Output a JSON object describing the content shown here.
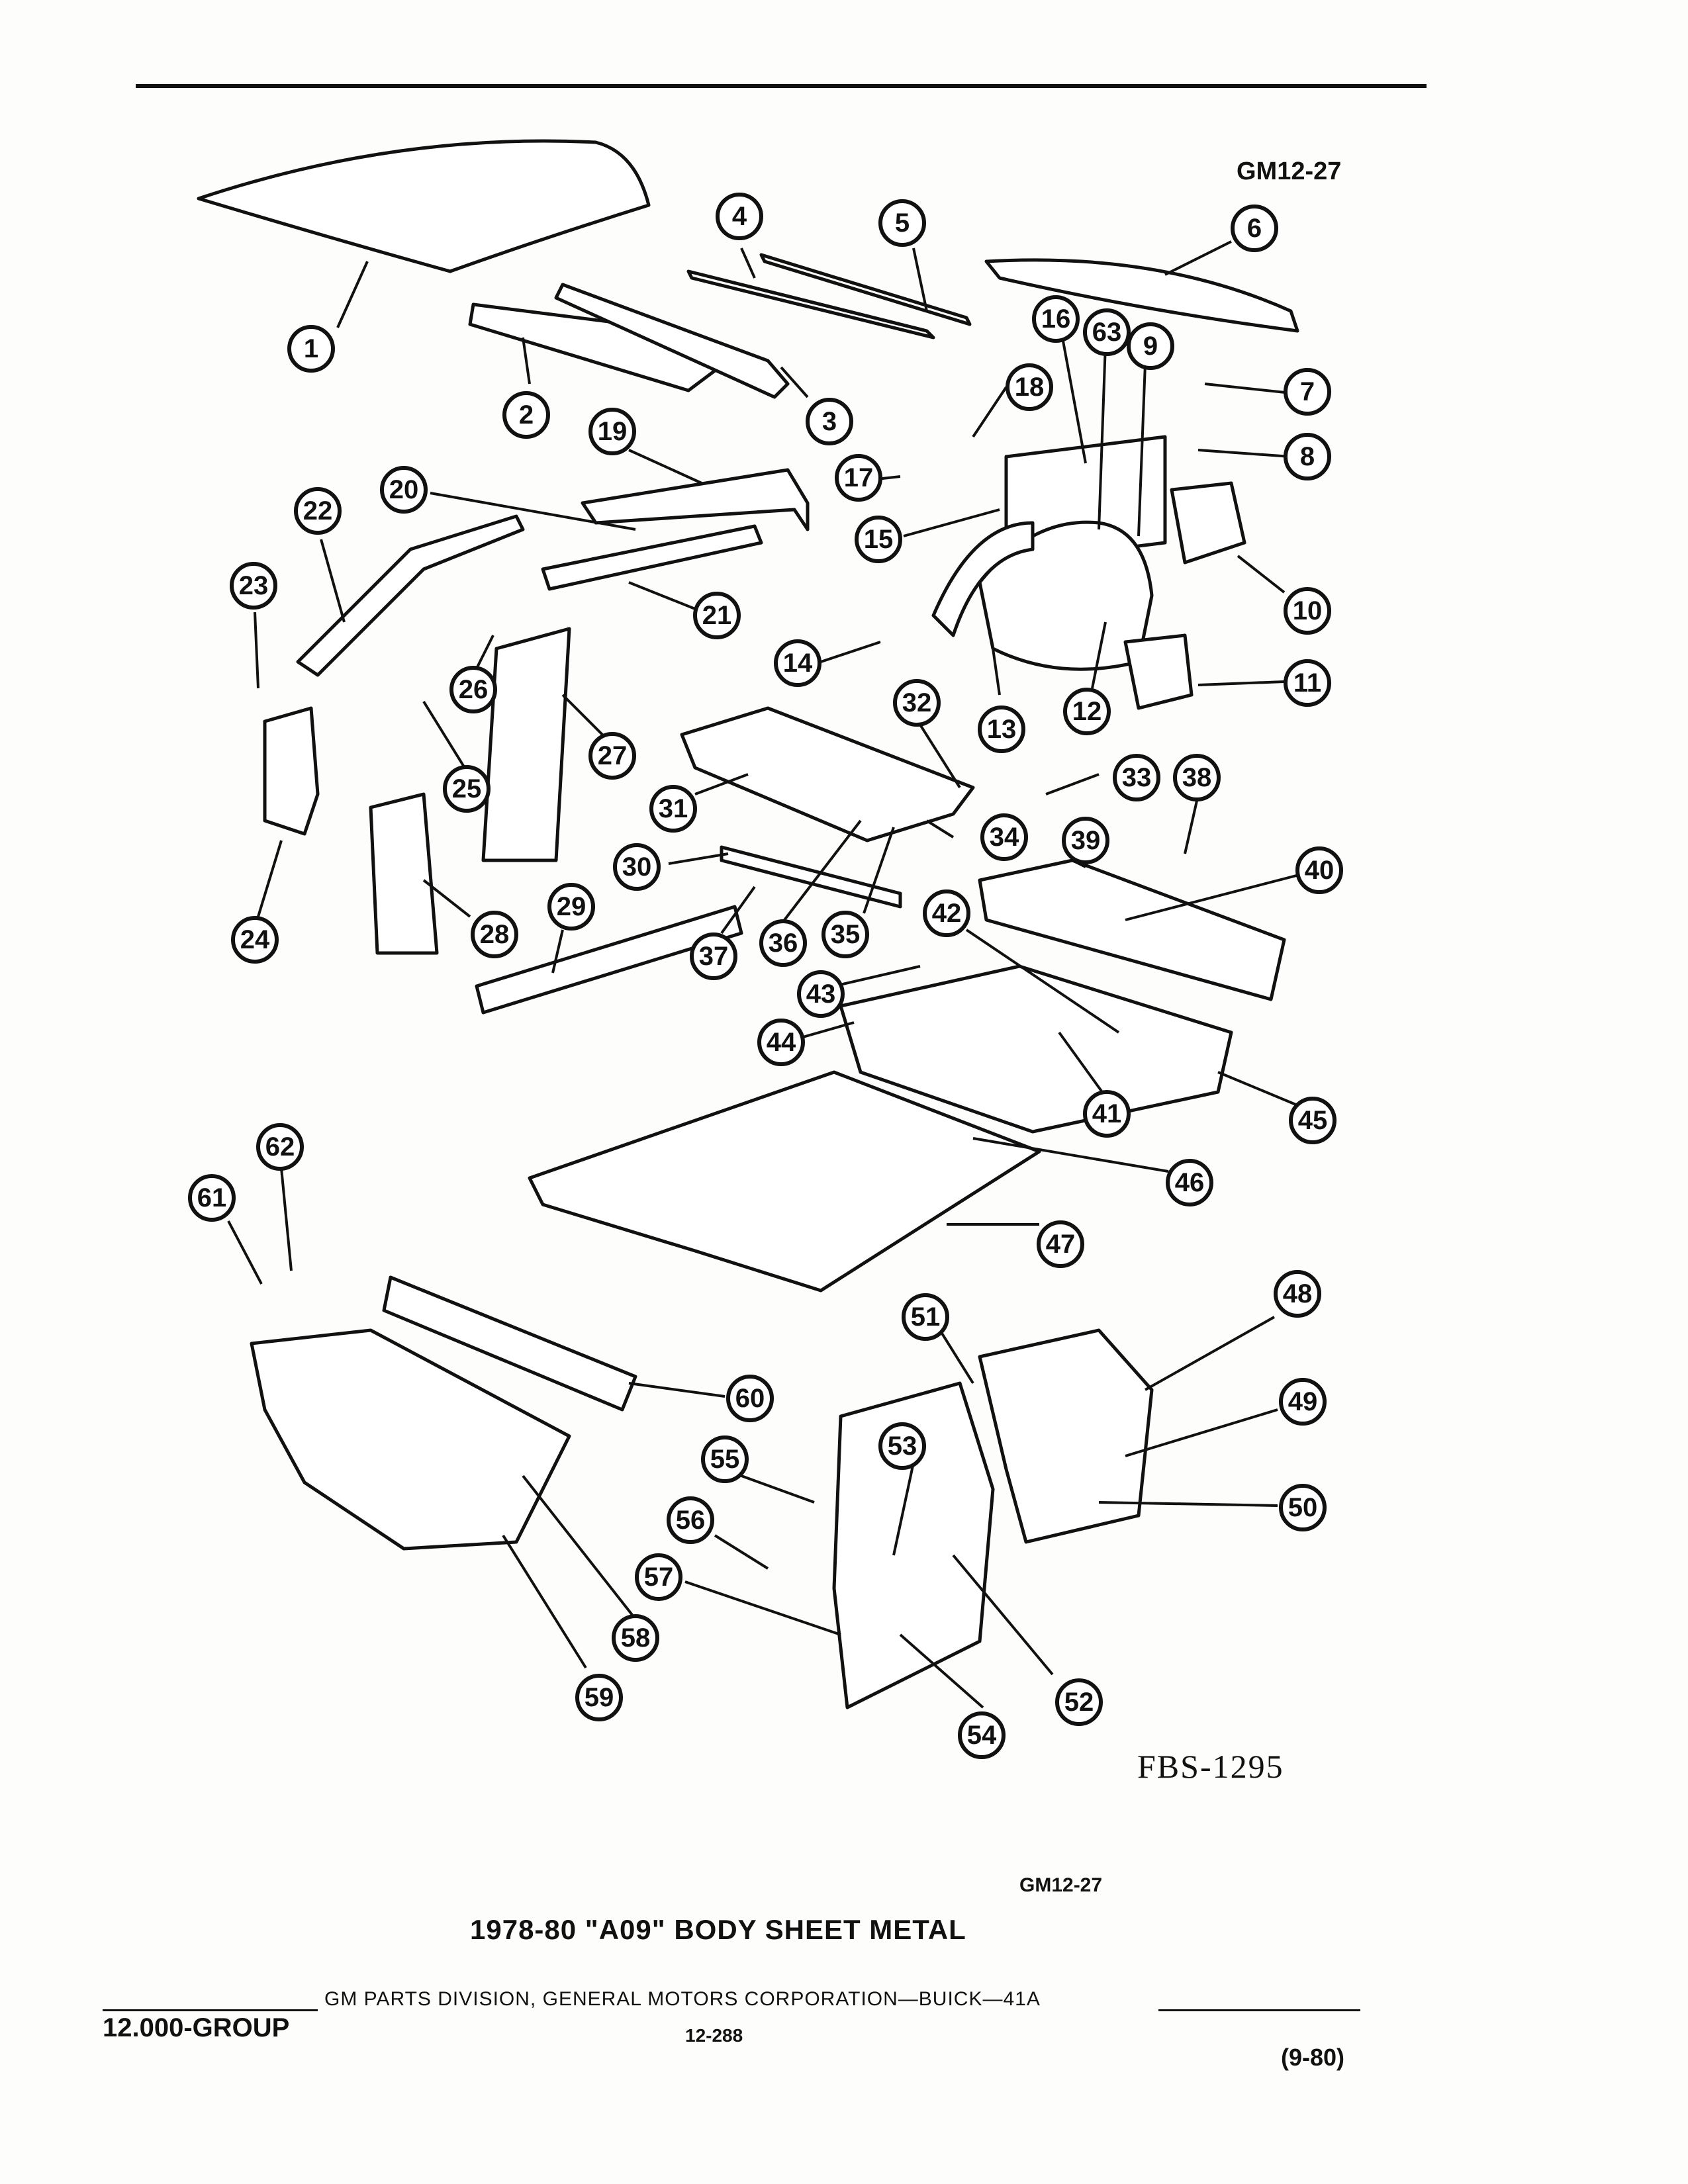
{
  "header": {
    "figure_code": "GM12-27"
  },
  "diagram": {
    "drawing_number": "FBS-1295",
    "callouts": [
      "1",
      "2",
      "3",
      "4",
      "5",
      "6",
      "7",
      "8",
      "9",
      "10",
      "11",
      "12",
      "13",
      "14",
      "15",
      "16",
      "17",
      "18",
      "19",
      "20",
      "21",
      "22",
      "23",
      "24",
      "25",
      "26",
      "27",
      "28",
      "29",
      "30",
      "31",
      "32",
      "33",
      "34",
      "35",
      "36",
      "37",
      "38",
      "39",
      "40",
      "41",
      "42",
      "43",
      "44",
      "45",
      "46",
      "47",
      "48",
      "49",
      "50",
      "51",
      "52",
      "53",
      "54",
      "55",
      "56",
      "57",
      "58",
      "59",
      "60",
      "61",
      "62",
      "63"
    ]
  },
  "caption": {
    "figure_code": "GM12-27",
    "title": "1978-80 \"A09\" BODY SHEET METAL"
  },
  "footer": {
    "group": "12.000-GROUP",
    "publisher": "GM PARTS DIVISION, GENERAL MOTORS CORPORATION—BUICK—41A",
    "page_number": "12-288",
    "date": "(9-80)"
  }
}
